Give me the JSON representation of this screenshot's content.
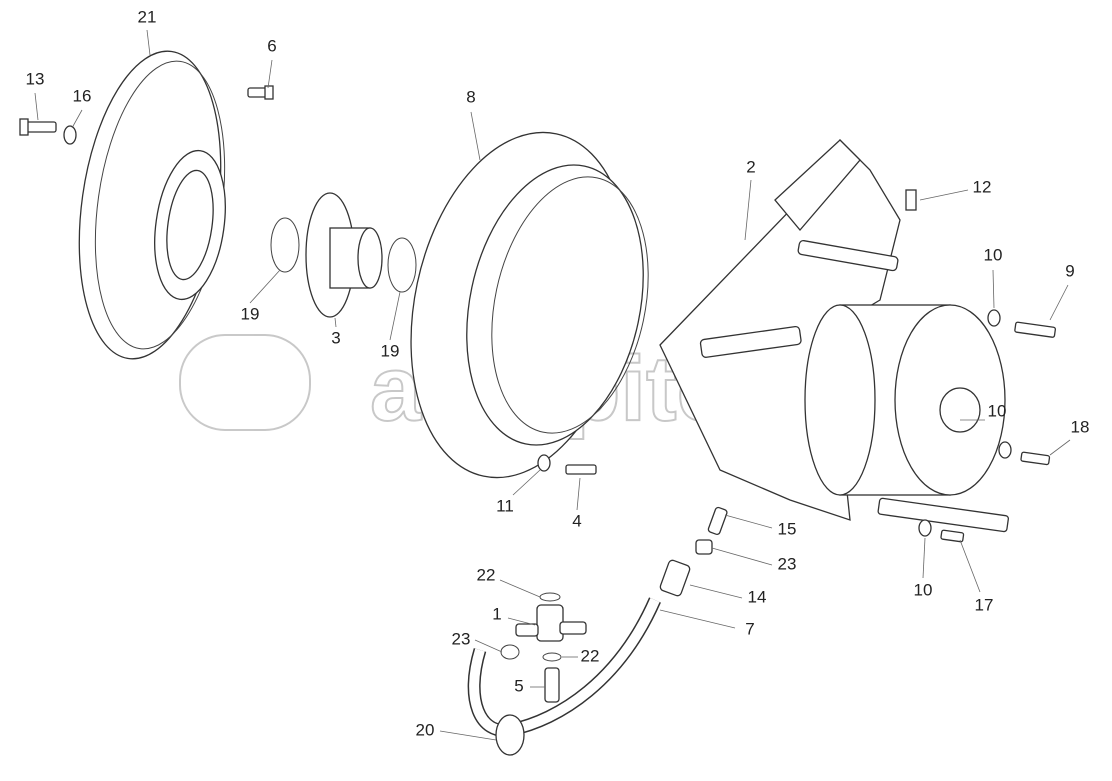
{
  "diagram": {
    "title": "Clutch / flywheel assembly exploded view",
    "watermark": "autopiter.ru",
    "callouts": [
      "21",
      "6",
      "13",
      "16",
      "8",
      "2",
      "12",
      "10",
      "9",
      "19",
      "3",
      "19",
      "10",
      "18",
      "11",
      "4",
      "15",
      "23",
      "22",
      "14",
      "1",
      "7",
      "23",
      "22",
      "10",
      "17",
      "5",
      "20"
    ]
  }
}
